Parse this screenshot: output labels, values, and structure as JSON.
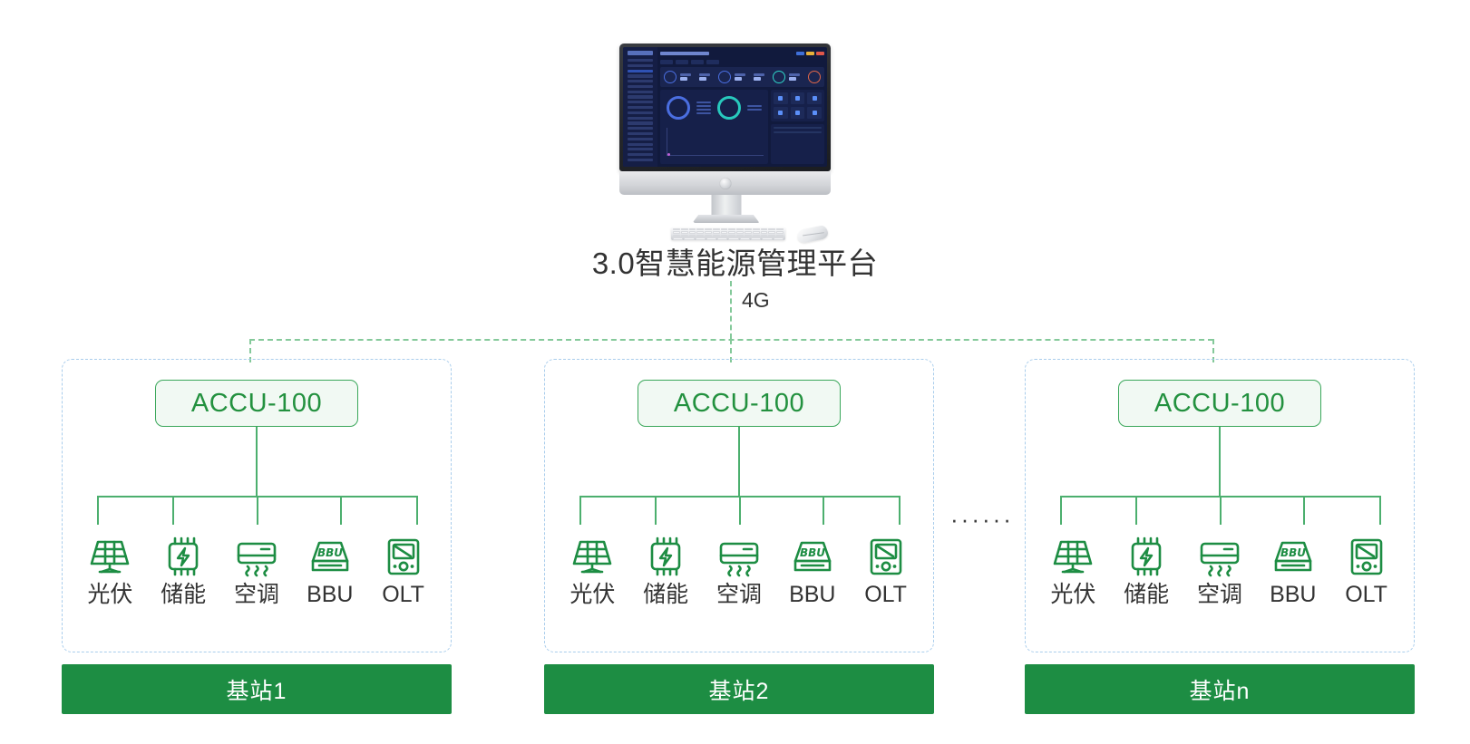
{
  "platform": {
    "title": "3.0智慧能源管理平台",
    "device_name": "desktop-monitor",
    "screen_app": "energy-dashboard"
  },
  "link": {
    "uplink_label": "4G",
    "line_color": "#84c99a",
    "style": "dashed"
  },
  "colors": {
    "brand_green": "#1d8d43",
    "accent_green": "#23913f",
    "line_green": "#4caf6e",
    "dash_green": "#84c99a",
    "group_border_blue": "#a9cdec",
    "accu_fill": "#f1f9f3",
    "text_dark": "#333333",
    "station_text": "#ffffff"
  },
  "ellipsis": "······",
  "groups": [
    {
      "id": "site-1",
      "controller": "ACCU-100",
      "station_label": "基站1",
      "devices": [
        {
          "icon": "solar-panel-icon",
          "label": "光伏"
        },
        {
          "icon": "battery-storage-icon",
          "label": "储能"
        },
        {
          "icon": "air-conditioner-icon",
          "label": "空调"
        },
        {
          "icon": "bbu-icon",
          "label": "BBU"
        },
        {
          "icon": "olt-icon",
          "label": "OLT"
        }
      ]
    },
    {
      "id": "site-2",
      "controller": "ACCU-100",
      "station_label": "基站2",
      "devices": [
        {
          "icon": "solar-panel-icon",
          "label": "光伏"
        },
        {
          "icon": "battery-storage-icon",
          "label": "储能"
        },
        {
          "icon": "air-conditioner-icon",
          "label": "空调"
        },
        {
          "icon": "bbu-icon",
          "label": "BBU"
        },
        {
          "icon": "olt-icon",
          "label": "OLT"
        }
      ]
    },
    {
      "id": "site-n",
      "controller": "ACCU-100",
      "station_label": "基站n",
      "devices": [
        {
          "icon": "solar-panel-icon",
          "label": "光伏"
        },
        {
          "icon": "battery-storage-icon",
          "label": "储能"
        },
        {
          "icon": "air-conditioner-icon",
          "label": "空调"
        },
        {
          "icon": "bbu-icon",
          "label": "BBU"
        },
        {
          "icon": "olt-icon",
          "label": "OLT"
        }
      ]
    }
  ]
}
